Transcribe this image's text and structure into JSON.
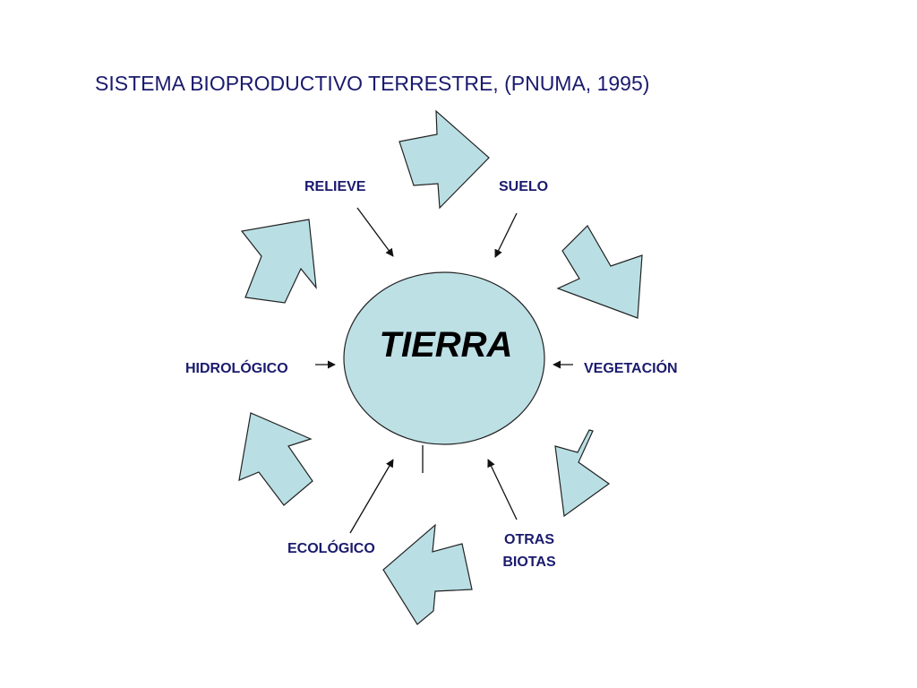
{
  "title": "SISTEMA BIOPRODUCTIVO TERRESTRE, (PNUMA, 1995)",
  "center": "TIERRA",
  "nodes": {
    "relieve": "RELIEVE",
    "suelo": "SUELO",
    "vegetacion": "VEGETACIÓN",
    "otras_biotas_line1": "OTRAS",
    "otras_biotas_line2": "BIOTAS",
    "ecologico": "ECOLÓGICO",
    "hidrologico": "HIDROLÓGICO"
  },
  "colors": {
    "shape_fill": "#b9dfe4",
    "text": "#1a1a6e"
  }
}
